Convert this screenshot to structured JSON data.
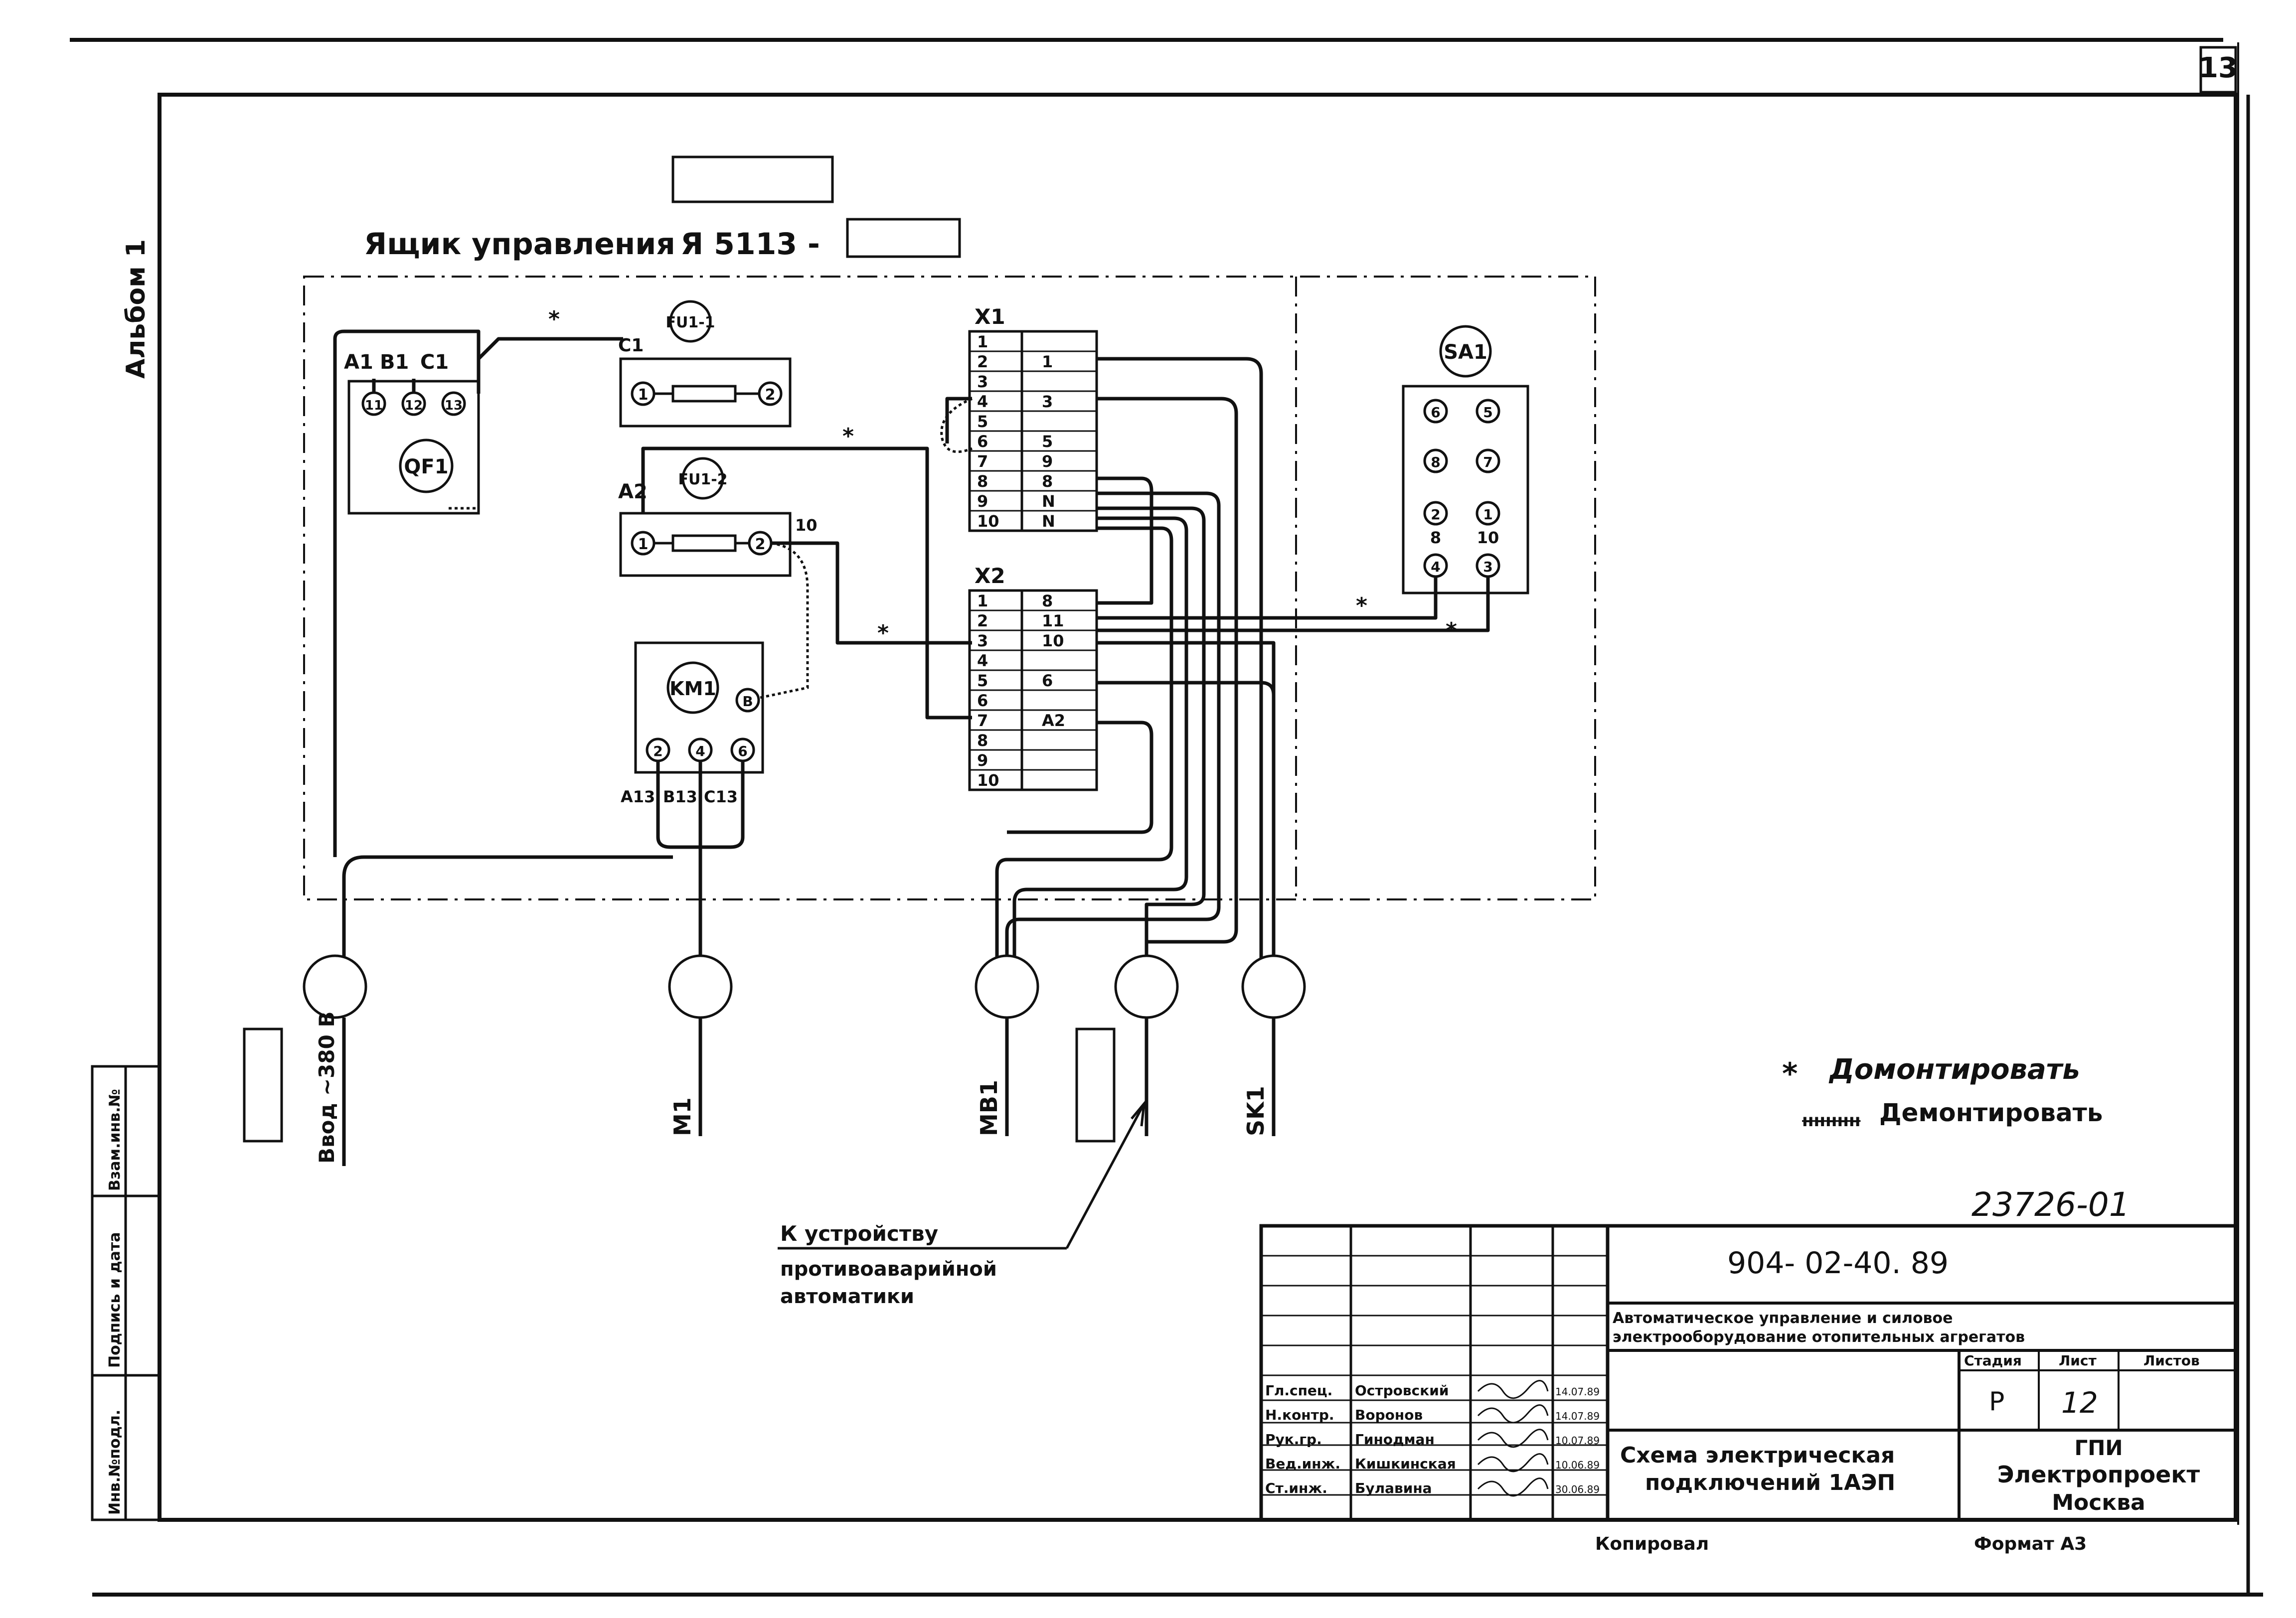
{
  "sheet": {
    "page_number": "13",
    "album": "Альбом 1",
    "cabinet_title": "Ящик управления",
    "cabinet_type": "Я 5113 -"
  },
  "components": {
    "qf1": "QF1",
    "qf1_t1": "A1",
    "qf1_t2": "B1",
    "qf1_t3": "C1",
    "qf1_p1": "11",
    "qf1_p2": "12",
    "qf1_p3": "13",
    "fu1_1": "FU1-1",
    "fu1_1_c": "C1",
    "fu1_1_p1": "1",
    "fu1_1_p2": "2",
    "fu1_2": "FU1-2",
    "fu1_2_a": "A2",
    "fu1_2_p1": "1",
    "fu1_2_p2": "2",
    "fu1_2_w": "10",
    "km1": "KM1",
    "km1_p": "B",
    "km1_p2": "2",
    "km1_p4": "4",
    "km1_p6": "6",
    "km1_l1": "A13",
    "km1_l2": "B13",
    "km1_l3": "C13",
    "x1": "X1",
    "x2": "X2",
    "sa1": "SA1"
  },
  "x1_rows": [
    {
      "n": "1",
      "w": ""
    },
    {
      "n": "2",
      "w": "1"
    },
    {
      "n": "3",
      "w": ""
    },
    {
      "n": "4",
      "w": "3"
    },
    {
      "n": "5",
      "w": ""
    },
    {
      "n": "6",
      "w": "5"
    },
    {
      "n": "7",
      "w": "9"
    },
    {
      "n": "8",
      "w": "8"
    },
    {
      "n": "9",
      "w": "N"
    },
    {
      "n": "10",
      "w": "N"
    }
  ],
  "x2_rows": [
    {
      "n": "1",
      "w": "8"
    },
    {
      "n": "2",
      "w": "11"
    },
    {
      "n": "3",
      "w": "10"
    },
    {
      "n": "4",
      "w": ""
    },
    {
      "n": "5",
      "w": "6"
    },
    {
      "n": "6",
      "w": ""
    },
    {
      "n": "7",
      "w": "A2"
    },
    {
      "n": "8",
      "w": ""
    },
    {
      "n": "9",
      "w": ""
    },
    {
      "n": "10",
      "w": ""
    }
  ],
  "sa1_pins": {
    "r1a": "6",
    "r1b": "5",
    "r2a": "8",
    "r2b": "7",
    "r3a": "2",
    "r3b": "1",
    "r4a": "8",
    "r4b": "10",
    "r5a": "4",
    "r5b": "3"
  },
  "cables": {
    "power": "Ввод ~380 В",
    "m1": "M1",
    "mb1": "MB1",
    "sk1": "SK1"
  },
  "annotations": {
    "note_line1": "К устройству",
    "note_line2": "противоаварийной",
    "note_line3": "автоматики",
    "legend_mount_mark": "*",
    "legend_mount": "Домонтировать",
    "legend_dismount_mark": "ннннн",
    "legend_dismount": "Демонтировать"
  },
  "title_block": {
    "doc_number": "23726-01",
    "project_code": "904- 02-40. 89",
    "project_title_1": "Автоматическое управление и силовое",
    "project_title_2": "электрооборудование отопительных агрегатов",
    "stage_label": "Стадия",
    "sheet_label": "Лист",
    "sheets_label": "Листов",
    "stage": "Р",
    "sheet": "12",
    "drawing_title_1": "Схема электрическая",
    "drawing_title_2": "подключений 1АЭП",
    "org_1": "ГПИ",
    "org_2": "Электропроект",
    "org_3": "Москва",
    "signers": [
      {
        "role": "Гл.спец.",
        "name": "Островский",
        "date": "14.07.89"
      },
      {
        "role": "Н.контр.",
        "name": "Воронов",
        "date": "14.07.89"
      },
      {
        "role": "Рук.гр.",
        "name": "Гинодман",
        "date": "10.07.89"
      },
      {
        "role": "Вед.инж.",
        "name": "Кишкинская",
        "date": "10.06.89"
      },
      {
        "role": "Ст.инж.",
        "name": "Булавина",
        "date": "30.06.89"
      }
    ],
    "copied_label": "Копировал",
    "format_label": "Формат А3"
  },
  "side_stamp": {
    "inv_orig": "Инв.№подл.",
    "sign_date": "Подпись и дата",
    "inv_repl": "Взам.инв.№"
  }
}
